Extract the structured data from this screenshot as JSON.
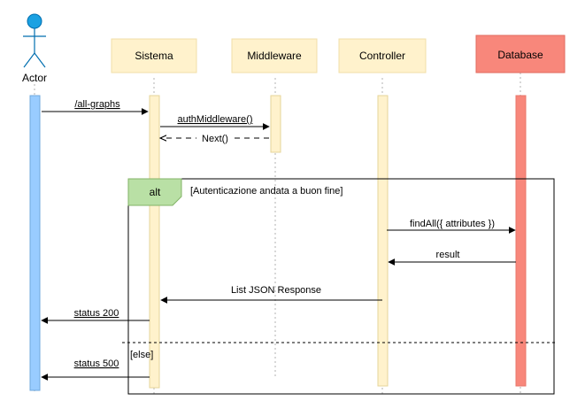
{
  "participants": {
    "actor": "Actor",
    "sistema": "Sistema",
    "middleware": "Middleware",
    "controller": "Controller",
    "database": "Database"
  },
  "messages": {
    "all_graphs": "/all-graphs",
    "auth_middleware": "authMiddleware()",
    "next": "Next()",
    "find_all": "findAll({ attributes })",
    "result": "result",
    "list_json": "List JSON Response",
    "status_200": "status 200",
    "status_500": "status 500"
  },
  "fragment": {
    "operator": "alt",
    "guard": "[Autenticazione andata a buon fine]",
    "else_guard": "[else]"
  },
  "colors": {
    "actor": "#1ba1e2",
    "activation_actor": "#99ccff",
    "participant_fill": "#fff2cc",
    "participant_stroke": "#d6b656",
    "database_fill": "#f8877b",
    "database_stroke": "#e06b5f",
    "alt_fill": "#b9e0a5",
    "alt_stroke": "#82b366"
  }
}
